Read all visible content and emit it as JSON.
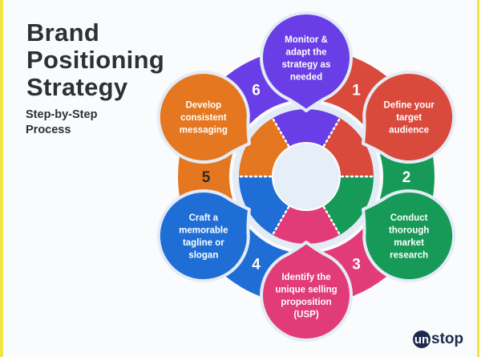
{
  "title": [
    "Brand",
    "Positioning",
    "Strategy"
  ],
  "subtitle": [
    "Step-by-Step",
    "Process"
  ],
  "logo": {
    "mark": "un",
    "text": "stop"
  },
  "steps": [
    {
      "number": "1",
      "color": "#d94a3c",
      "lines": [
        "Define your",
        "target",
        "audience"
      ]
    },
    {
      "number": "2",
      "color": "#179a58",
      "lines": [
        "Conduct",
        "thorough",
        "market",
        "research"
      ]
    },
    {
      "number": "3",
      "color": "#e13c78",
      "lines": [
        "Identify the",
        "unique selling",
        "proposition",
        "(USP)"
      ]
    },
    {
      "number": "4",
      "color": "#1f6ed6",
      "lines": [
        "Craft a",
        "memorable",
        "tagline or",
        "slogan"
      ]
    },
    {
      "number": "5",
      "color": "#e4771f",
      "lines": [
        "Develop",
        "consistent",
        "messaging"
      ]
    },
    {
      "number": "6",
      "color": "#6a3ee6",
      "lines": [
        "Monitor &",
        "adapt the",
        "strategy as",
        "needed"
      ]
    }
  ]
}
